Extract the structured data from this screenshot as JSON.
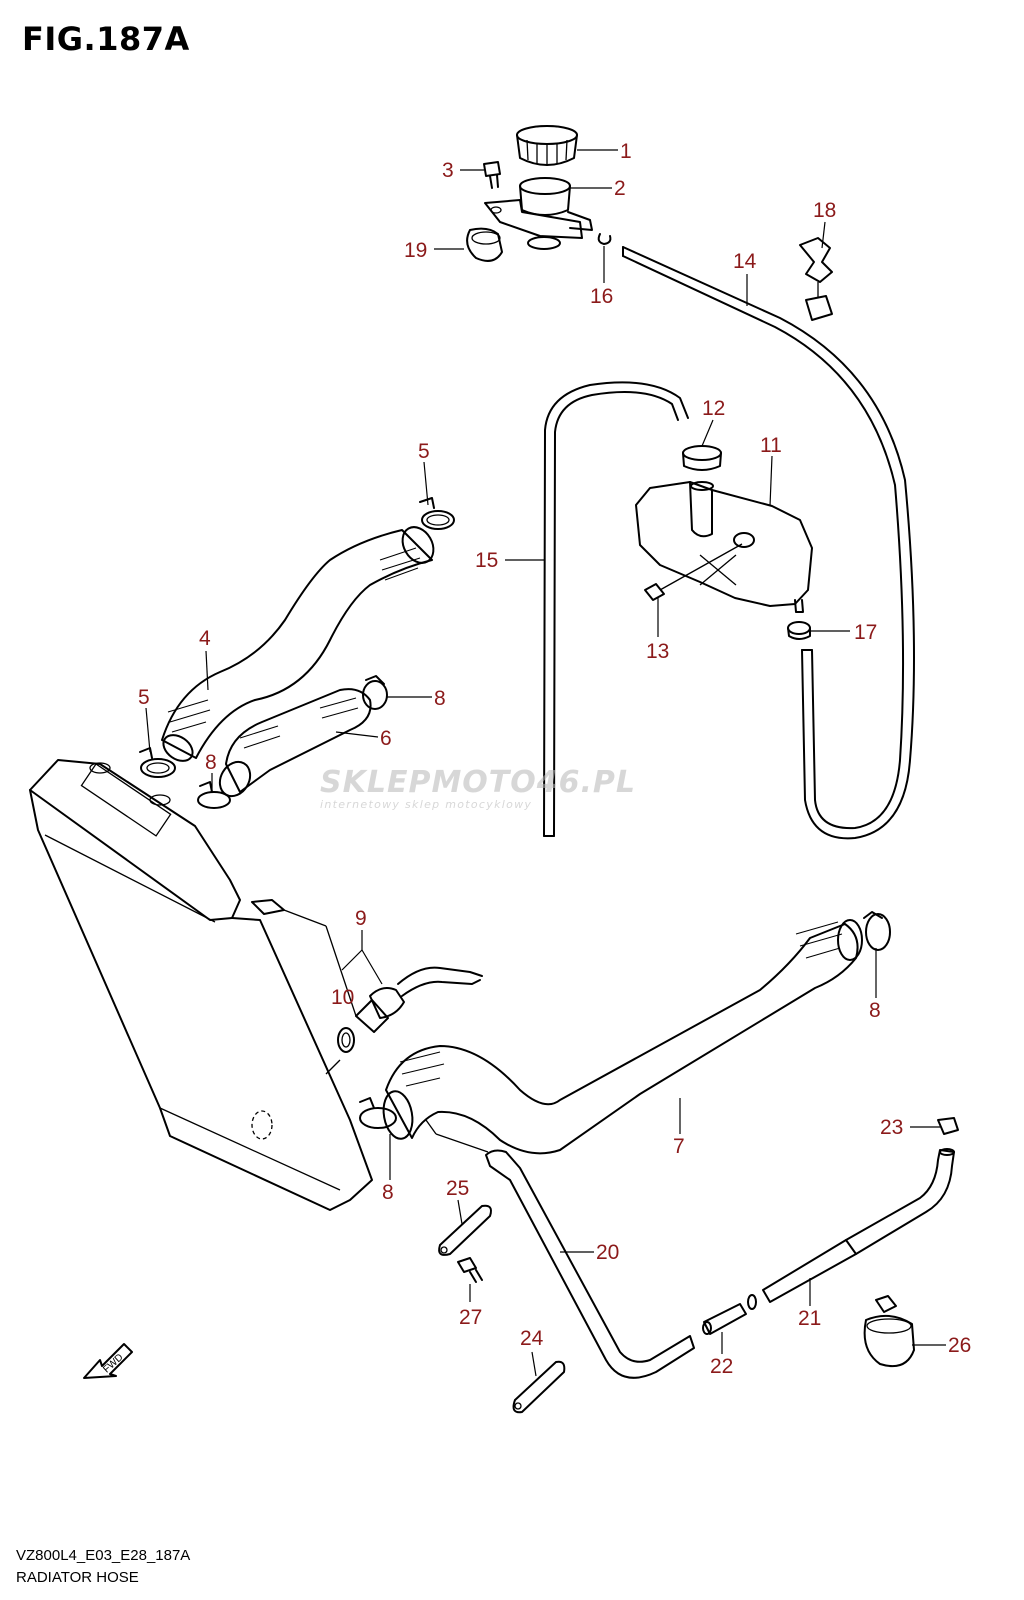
{
  "figure": {
    "title": "FIG.187A",
    "model_code": "VZ800L4_E03_E28_187A",
    "description": "RADIATOR HOSE"
  },
  "watermark": {
    "brand": "SKLEPMOTO46.PL",
    "tagline": "internetowy sklep motocyklowy"
  },
  "fwd_label": "FWD",
  "callouts": [
    {
      "id": "c1",
      "label": "1"
    },
    {
      "id": "c2",
      "label": "2"
    },
    {
      "id": "c3",
      "label": "3"
    },
    {
      "id": "c4",
      "label": "4"
    },
    {
      "id": "c5a",
      "label": "5"
    },
    {
      "id": "c5b",
      "label": "5"
    },
    {
      "id": "c6",
      "label": "6"
    },
    {
      "id": "c7",
      "label": "7"
    },
    {
      "id": "c8a",
      "label": "8"
    },
    {
      "id": "c8b",
      "label": "8"
    },
    {
      "id": "c8c",
      "label": "8"
    },
    {
      "id": "c8d",
      "label": "8"
    },
    {
      "id": "c9",
      "label": "9"
    },
    {
      "id": "c10",
      "label": "10"
    },
    {
      "id": "c11",
      "label": "11"
    },
    {
      "id": "c12",
      "label": "12"
    },
    {
      "id": "c13",
      "label": "13"
    },
    {
      "id": "c14",
      "label": "14"
    },
    {
      "id": "c15",
      "label": "15"
    },
    {
      "id": "c16",
      "label": "16"
    },
    {
      "id": "c17",
      "label": "17"
    },
    {
      "id": "c18",
      "label": "18"
    },
    {
      "id": "c19",
      "label": "19"
    },
    {
      "id": "c20",
      "label": "20"
    },
    {
      "id": "c21",
      "label": "21"
    },
    {
      "id": "c22",
      "label": "22"
    },
    {
      "id": "c23",
      "label": "23"
    },
    {
      "id": "c24",
      "label": "24"
    },
    {
      "id": "c25",
      "label": "25"
    },
    {
      "id": "c26",
      "label": "26"
    },
    {
      "id": "c27",
      "label": "27"
    }
  ]
}
